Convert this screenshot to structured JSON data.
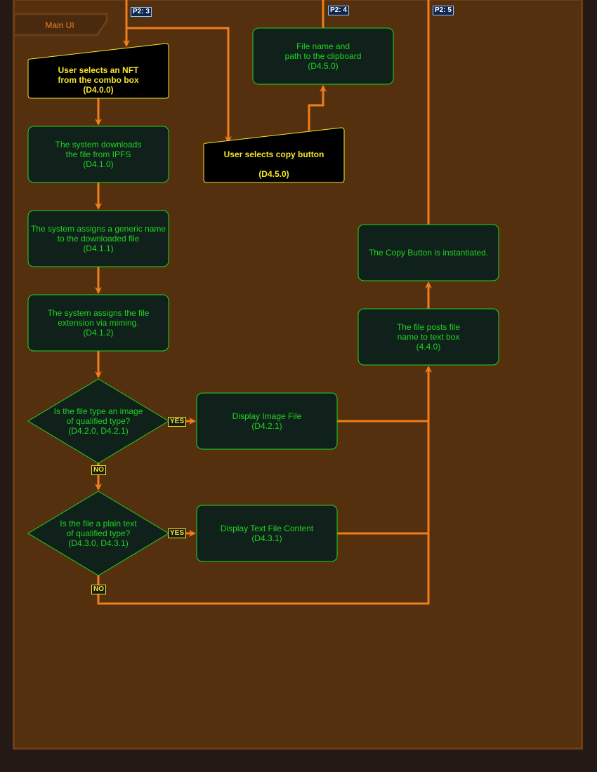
{
  "colors": {
    "background": "#241914",
    "canvas": "#55300F",
    "arrow": "#F07E1A",
    "process_fill": "#0F211A",
    "process_stroke": "#21D322",
    "input_fill": "#000000",
    "input_stroke": "#F5E62A",
    "tag_fill": "#0E2650"
  },
  "tab": {
    "label": "Main UI"
  },
  "page_refs": {
    "p3": "P2: 3",
    "p4": "P2: 4",
    "p5": "P2: 5"
  },
  "nodes": {
    "select_nft": "User selects an NFT\nfrom the combo box\n(D4.0.0)",
    "download": "The system downloads\nthe file from IPFS\n(D4.1.0)",
    "generic_name": "The system assigns a generic name\nto the downloaded file\n(D4.1.1)",
    "extension": "The system assigns the file\nextension via miming.\n(D4.1.2)",
    "is_image": "Is the file type an image\nof qualified type?\n(D4.2.0, D4.2.1)",
    "is_text": "Is the file a plain text\nof qualified type?\n(D4.3.0, D4.3.1)",
    "display_image": "Display Image File\n(D4.2.1)",
    "display_text": "Display Text File Content\n(D4.3.1)",
    "posts_name": "The file posts file\nname to text box\n(4.4.0)",
    "copy_button": "The Copy Button is instantiated.",
    "select_copy": "User selects copy button\n\n(D4.5.0)",
    "clipboard": "File name and\npath to the clipboard\n(D4.5.0)"
  },
  "edge_labels": {
    "yes_image": "YES",
    "no_image": "NO",
    "yes_text": "YES",
    "no_text": "NO"
  }
}
